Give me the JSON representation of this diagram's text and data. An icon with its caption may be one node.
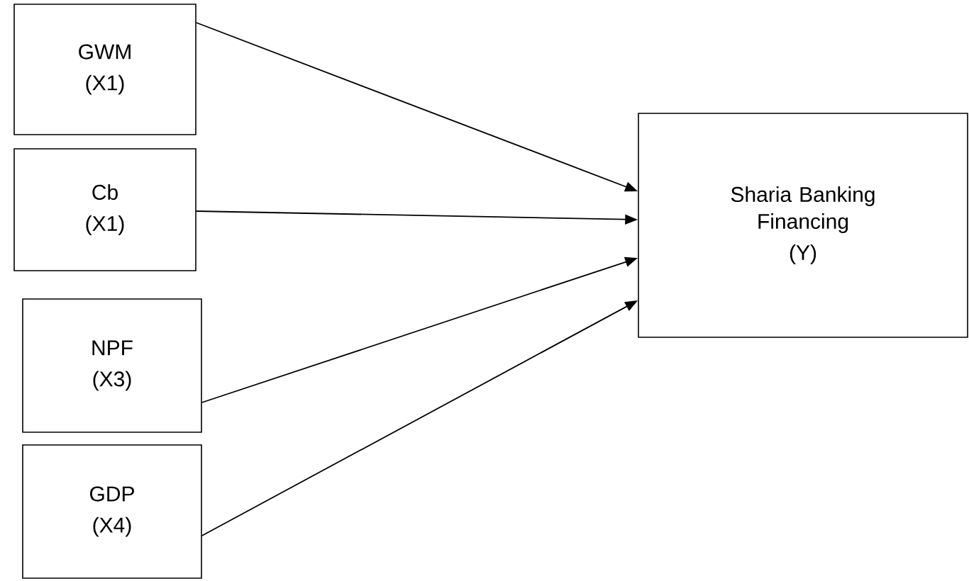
{
  "diagram": {
    "nodes": [
      {
        "text": [
          "GWM",
          "(X1)"
        ]
      },
      {
        "text": [
          "Cb",
          "(X1)"
        ]
      },
      {
        "text": [
          "NPF",
          "(X3)"
        ]
      },
      {
        "text": [
          "GDP",
          "(X4)"
        ]
      },
      {
        "text": [
          "Sharia Banking Financing",
          "(Y)"
        ]
      }
    ],
    "edges": [
      {
        "from": 0,
        "to": 4,
        "arrow": "to"
      },
      {
        "from": 1,
        "to": 4,
        "arrow": "to"
      },
      {
        "from": 2,
        "to": 4,
        "arrow": "to"
      },
      {
        "from": 3,
        "to": 4,
        "arrow": "to"
      }
    ]
  }
}
